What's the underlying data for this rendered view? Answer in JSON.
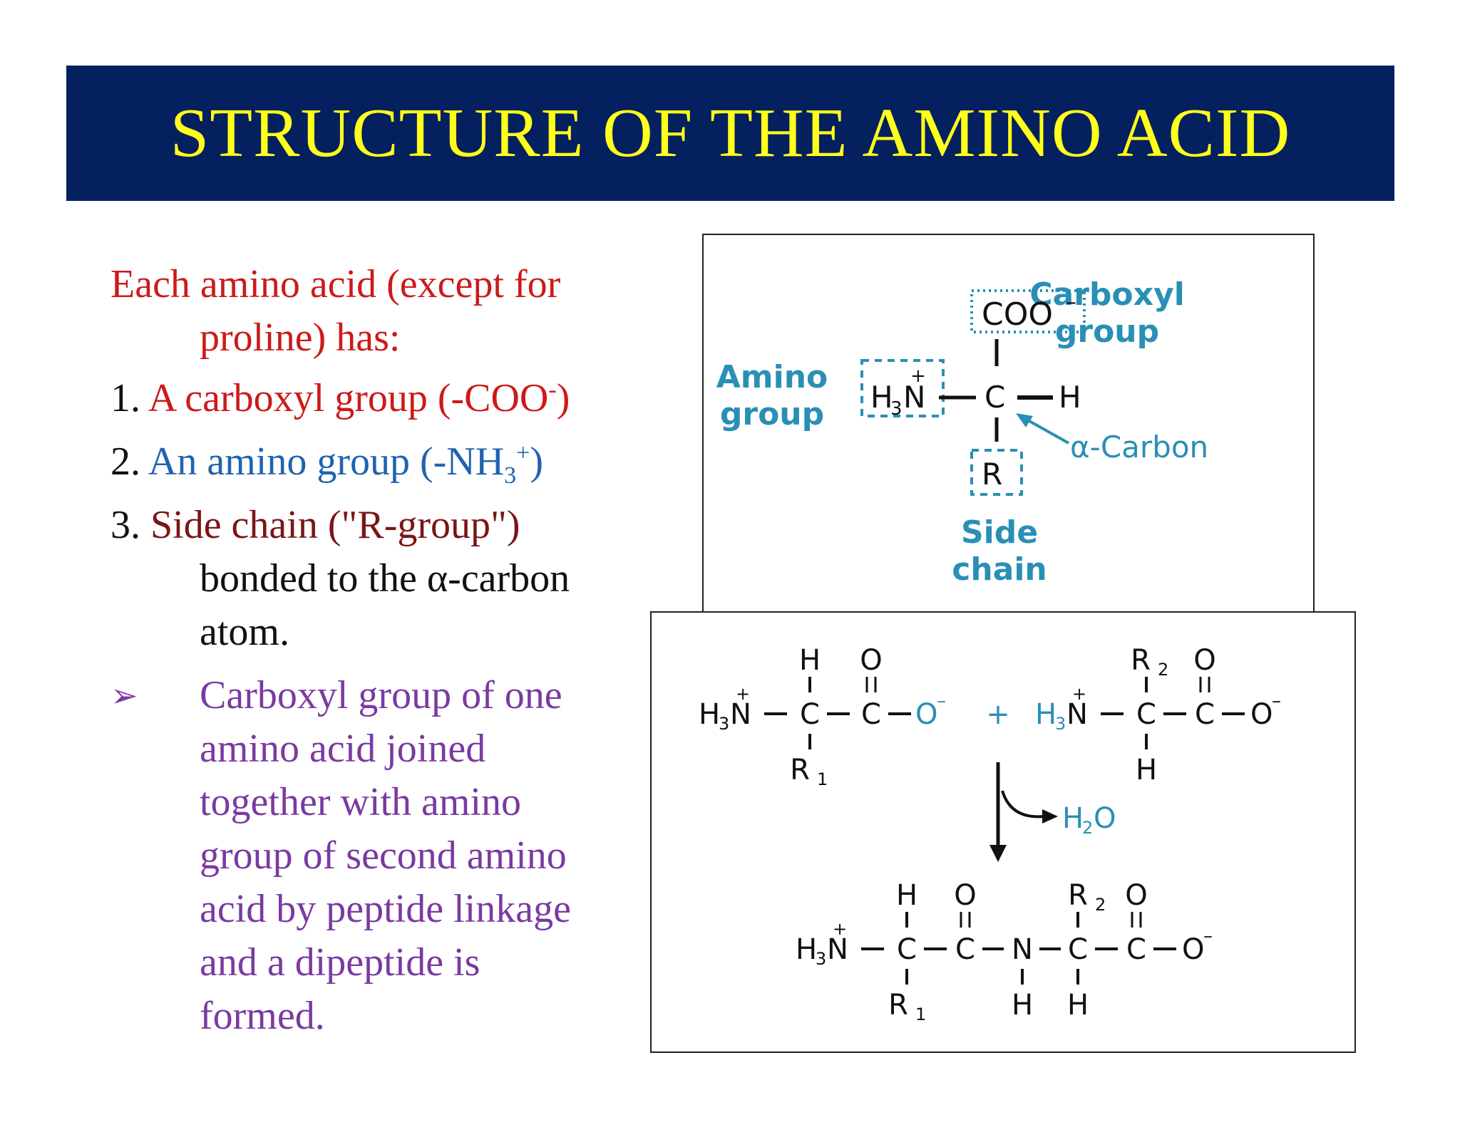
{
  "slide": {
    "title": "STRUCTURE OF THE AMINO ACID",
    "colors": {
      "title_bar": "#05205f",
      "title_text": "#ffff1a"
    }
  },
  "intro": {
    "line1": "Each amino acid (except for",
    "line2": "proline) has:"
  },
  "items": [
    {
      "number": "1.",
      "text": "A carboxyl group  (-COO",
      "sup": "-",
      "tail": ")"
    },
    {
      "number": "2.",
      "text": "An amino group (-NH",
      "sub": "3",
      "sup": "+",
      "tail": ")"
    },
    {
      "number": "3.",
      "text": "Side chain (\"R-group\")",
      "cont1": "bonded to the α-carbon",
      "cont2": "atom."
    }
  ],
  "bullet": {
    "icon": "arrow-bullet-icon",
    "lines": [
      "Carboxyl group of one",
      "amino acid  joined",
      "together with  amino",
      "group of second amino",
      "acid by peptide linkage",
      "and a dipeptide is",
      "formed."
    ]
  },
  "figure1": {
    "carboxyl_label": [
      "Carboxyl",
      "group"
    ],
    "amino_label": [
      "Amino",
      "group"
    ],
    "alpha_label": "α-Carbon",
    "side_label": [
      "Side",
      "chain"
    ],
    "coo": "COO",
    "coo_charge": "–",
    "h3": "H",
    "h3_sub": "3",
    "n": "N",
    "n_charge": "+",
    "c": "C",
    "h": "H",
    "r": "R",
    "accent": "#2a8fb5"
  },
  "figure2": {
    "aa1": {
      "h_top": "H",
      "o_top": "O",
      "h3": "H",
      "sub3": "3",
      "n": "N",
      "plus": "+",
      "c1": "C",
      "c2": "C",
      "o": "O",
      "minus": "–",
      "r": "R",
      "r_sub": "1"
    },
    "plus_sign": "+",
    "aa2": {
      "r_top": "R",
      "r_sub": "2",
      "o_top": "O",
      "h3": "H",
      "sub3": "3",
      "n": "N",
      "plus": "+",
      "c1": "C",
      "c2": "C",
      "o": "O",
      "minus": "–",
      "h_bottom": "H"
    },
    "water": "H",
    "water_sub": "2",
    "water_o": "O",
    "product": {
      "h_top": "H",
      "o_top1": "O",
      "r_top": "R",
      "r_sub": "2",
      "o_top2": "O",
      "h3": "H",
      "sub3": "3",
      "n": "N",
      "plus": "+",
      "c1": "C",
      "c2": "C",
      "n2": "N",
      "c3": "C",
      "c4": "C",
      "o": "O",
      "minus": "–",
      "r_bottom": "R",
      "r_bottom_sub": "1",
      "h_b1": "H",
      "h_b2": "H"
    }
  }
}
